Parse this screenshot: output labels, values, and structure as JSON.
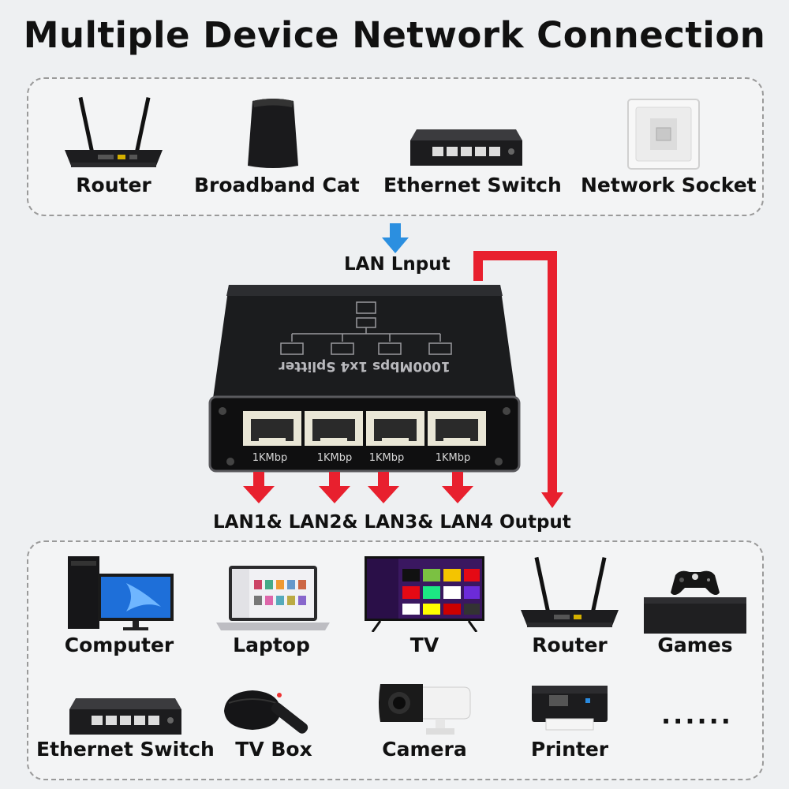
{
  "title": "Multiple Device Network Connection",
  "input_devices": [
    {
      "label": "Router",
      "icon": "router-icon"
    },
    {
      "label": "Broadband Cat",
      "icon": "modem-icon"
    },
    {
      "label": "Ethernet Switch",
      "icon": "switch-icon"
    },
    {
      "label": "Network Socket",
      "icon": "wall-socket-icon"
    }
  ],
  "lan_input_label": "LAN Lnput",
  "splitter": {
    "model_text": "1000Mbps 1x4 Splitter",
    "port_labels": [
      "1KMbp",
      "1KMbp",
      "1KMbp",
      "1KMbp"
    ]
  },
  "lan_output_label": "LAN1& LAN2& LAN3& LAN4 Output",
  "output_devices": [
    {
      "label": "Computer",
      "icon": "computer-icon"
    },
    {
      "label": "Laptop",
      "icon": "laptop-icon"
    },
    {
      "label": "TV",
      "icon": "tv-icon"
    },
    {
      "label": "Router",
      "icon": "router-icon"
    },
    {
      "label": "Games",
      "icon": "game-console-icon"
    },
    {
      "label": "Ethernet Switch",
      "icon": "switch-icon"
    },
    {
      "label": "TV Box",
      "icon": "tv-box-icon"
    },
    {
      "label": "Camera",
      "icon": "camera-icon"
    },
    {
      "label": "Printer",
      "icon": "printer-icon"
    }
  ],
  "more_indicator": "......",
  "colors": {
    "input_arrow": "#2b8fe0",
    "output_arrow": "#e8202e",
    "splitter_body": "#1b1c1e"
  }
}
